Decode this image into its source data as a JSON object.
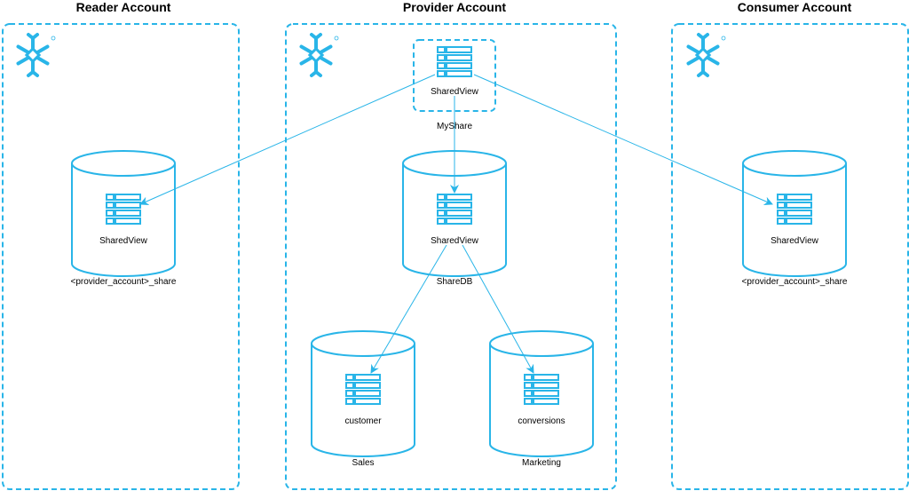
{
  "accounts": {
    "reader": {
      "title": "Reader Account"
    },
    "provider": {
      "title": "Provider Account"
    },
    "consumer": {
      "title": "Consumer Account"
    }
  },
  "nodes": {
    "share_view": "SharedView",
    "share_name": "MyShare",
    "sharedb_view": "SharedView",
    "sharedb_name": "ShareDB",
    "reader_view": "SharedView",
    "reader_db": "<provider_account>_share",
    "consumer_view": "SharedView",
    "consumer_db": "<provider_account>_share",
    "sales_table": "customer",
    "sales_db": "Sales",
    "marketing_table": "conversions",
    "marketing_db": "Marketing"
  },
  "colors": {
    "accent": "#29b5e8"
  },
  "icons": [
    "snowflake-icon",
    "table-icon"
  ]
}
